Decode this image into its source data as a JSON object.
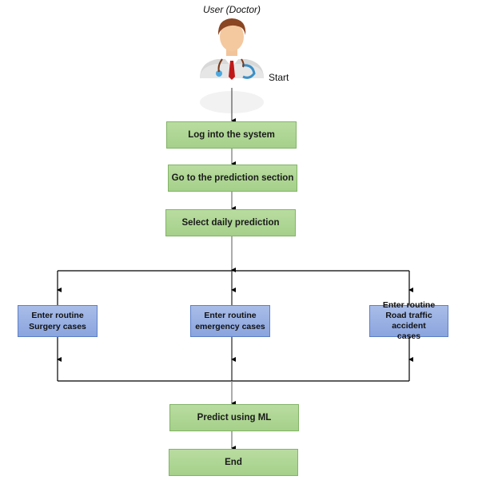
{
  "user_label": "User (Doctor)",
  "start_label": "Start",
  "steps": {
    "login": "Log into the system",
    "goto_prediction": "Go to the prediction section",
    "select_daily": "Select daily prediction",
    "predict_ml": "Predict using ML",
    "end": "End"
  },
  "branches": [
    {
      "label": "Enter routine\nSurgery cases"
    },
    {
      "label": "Enter routine\nemergency cases"
    },
    {
      "label": "Enter routine\nRoad traffic accident\ncases"
    }
  ],
  "colors": {
    "process_fill": "#b2d899",
    "input_fill": "#9bb1e3",
    "line": "#000000"
  }
}
